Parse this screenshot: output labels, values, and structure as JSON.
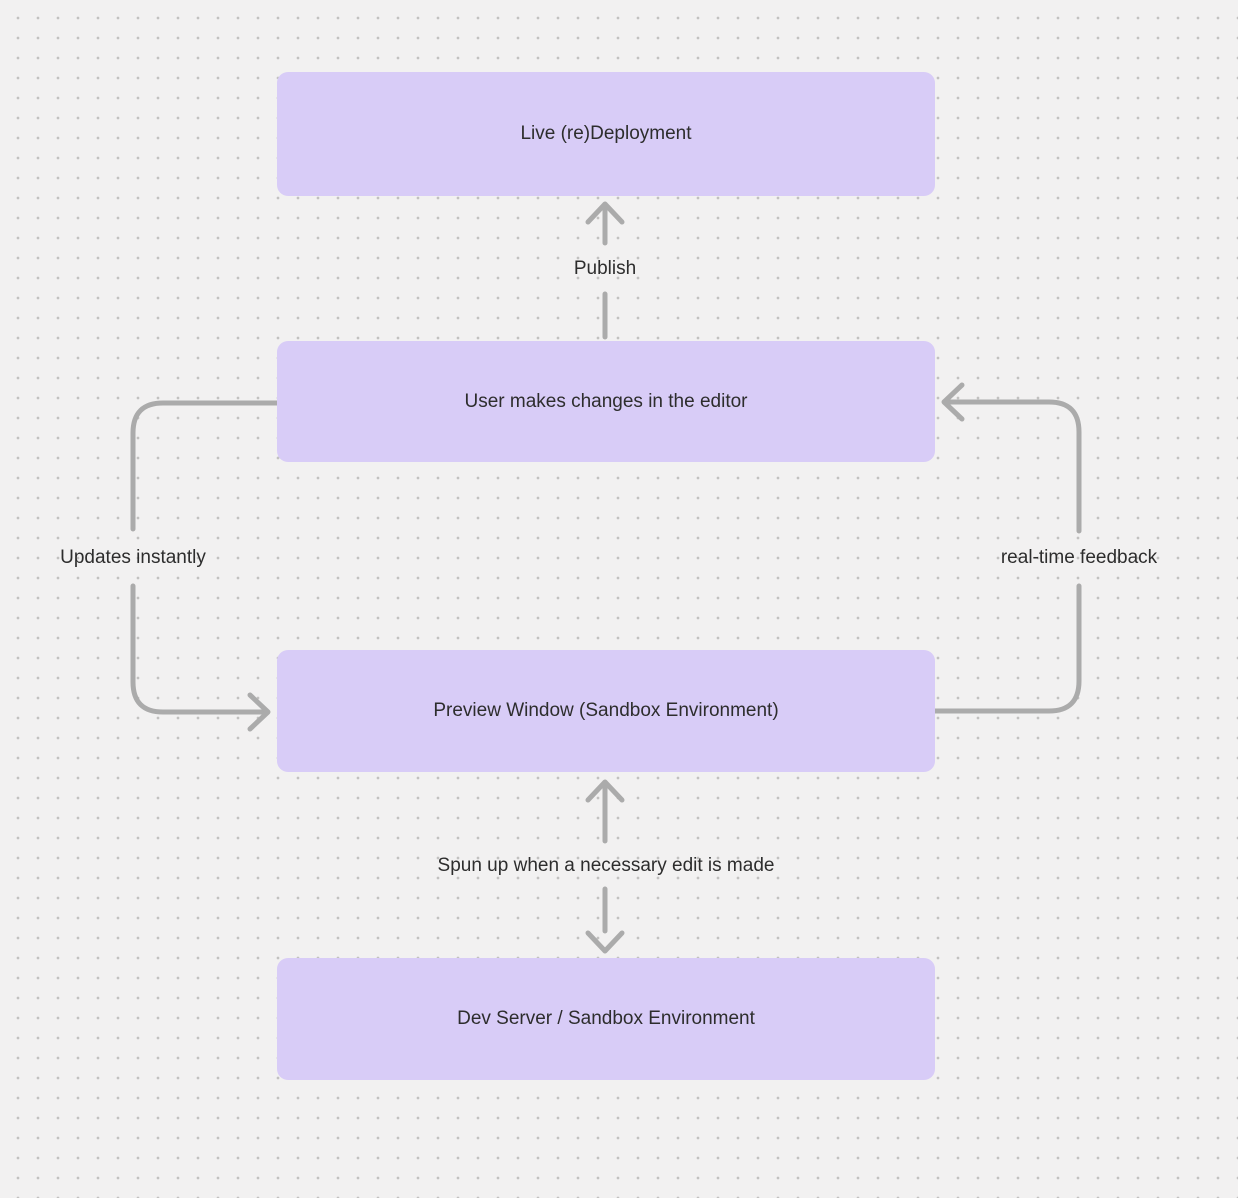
{
  "canvas": {
    "background_color": "#F2F1F1",
    "dot_color": "#C2C1C0",
    "node_fill_color": "#D8CCF7",
    "node_text_color": "#2D2D2D",
    "arrow_color": "#ABABAB",
    "edge_label_color": "#2D2D2D"
  },
  "nodes": [
    {
      "id": "live-redeployment",
      "label": "Live (re)Deployment"
    },
    {
      "id": "user-editor",
      "label": "User makes changes in the editor"
    },
    {
      "id": "preview-window",
      "label": "Preview Window (Sandbox Environment)"
    },
    {
      "id": "dev-server",
      "label": "Dev Server / Sandbox Environment"
    }
  ],
  "edges": [
    {
      "id": "publish",
      "label": "Publish",
      "from": "user-editor",
      "to": "live-redeployment",
      "direction": "up"
    },
    {
      "id": "updates-instantly",
      "label": "Updates instantly",
      "from": "user-editor",
      "to": "preview-window",
      "side": "left",
      "direction": "down"
    },
    {
      "id": "real-time-feedback",
      "label": "real-time feedback",
      "from": "preview-window",
      "to": "user-editor",
      "side": "right",
      "direction": "up"
    },
    {
      "id": "spun-up",
      "label": "Spun up when a necessary edit is made",
      "from": "preview-window",
      "to": "dev-server",
      "direction": "both"
    }
  ]
}
